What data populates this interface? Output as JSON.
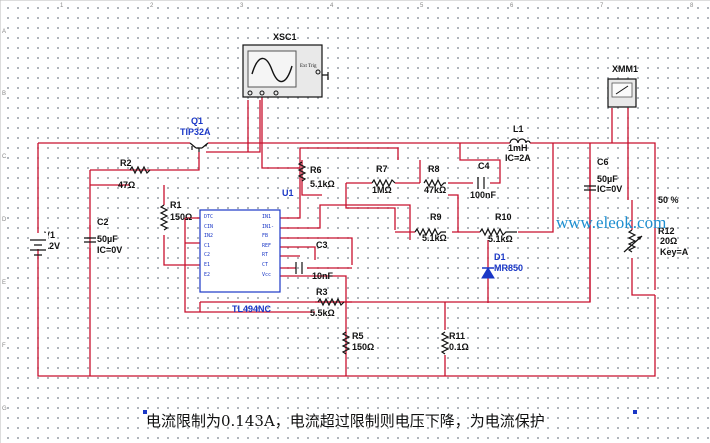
{
  "instruments": {
    "oscilloscope": {
      "ref": "XSC1",
      "ext_trig_label": "Ext Trig"
    },
    "multimeter": {
      "ref": "XMM1"
    }
  },
  "components": {
    "q1": {
      "ref": "Q1",
      "model": "TIP32A"
    },
    "u1": {
      "ref": "U1",
      "model": "TL494NC"
    },
    "v1": {
      "ref": "V1",
      "value": "12V"
    },
    "c2": {
      "ref": "C2",
      "value": "50µF",
      "ic": "IC=0V"
    },
    "r2": {
      "ref": "R2",
      "value": "47Ω"
    },
    "r1": {
      "ref": "R1",
      "value": "150Ω"
    },
    "r6": {
      "ref": "R6",
      "value": "5.1kΩ"
    },
    "r7": {
      "ref": "R7",
      "value": "1MΩ"
    },
    "r8": {
      "ref": "R8",
      "value": "47kΩ"
    },
    "c4": {
      "ref": "C4",
      "value": "100nF"
    },
    "l1": {
      "ref": "L1",
      "value": "1mH",
      "ic": "IC=2A"
    },
    "c6": {
      "ref": "C6",
      "value": "50µF",
      "ic": "IC=0V"
    },
    "r9": {
      "ref": "R9",
      "value": "5.1kΩ"
    },
    "r10": {
      "ref": "R10",
      "value": "5.1kΩ"
    },
    "c3": {
      "ref": "C3",
      "value": "10nF"
    },
    "d1": {
      "ref": "D1",
      "model": "MR850"
    },
    "r3": {
      "ref": "R3",
      "value": "5.5kΩ"
    },
    "r5": {
      "ref": "R5",
      "value": "150Ω"
    },
    "r11": {
      "ref": "R11",
      "value": "0.1Ω"
    },
    "r12": {
      "ref": "R12",
      "value": "20Ω",
      "key": "Key=A",
      "percent": "50 %"
    }
  },
  "watermark": "www.eleok.com",
  "caption": "电流限制为0.143A，电流超过限制则电压下降，为电流保护",
  "ruler_left": [
    "A",
    "B",
    "C",
    "D",
    "E",
    "F",
    "G"
  ],
  "ruler_top": [
    "1",
    "2",
    "3",
    "4",
    "5",
    "6",
    "7",
    "8"
  ]
}
